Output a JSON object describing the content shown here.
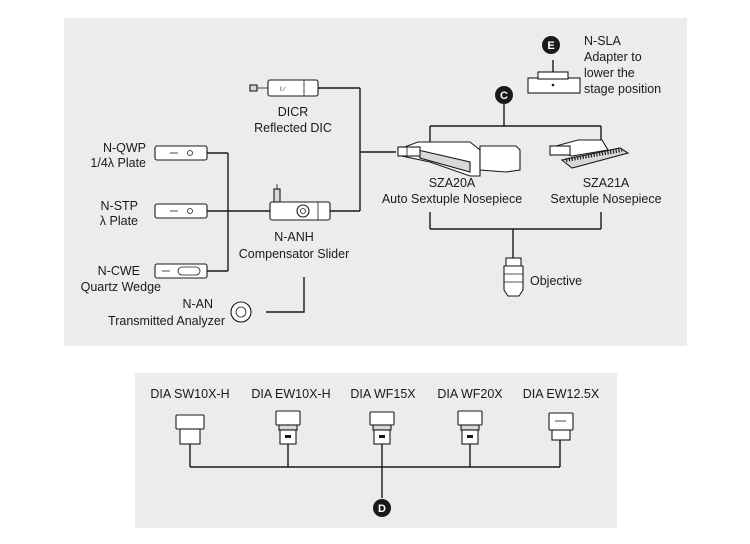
{
  "top_panel": {
    "badges": {
      "c": "C",
      "e": "E"
    },
    "n_sla": {
      "line1": "N-SLA",
      "line2": "Adapter to",
      "line3": "lower the",
      "line4": "stage position"
    },
    "dicr": {
      "line1": "DICR",
      "line2": "Reflected DIC"
    },
    "n_qwp": {
      "line1": "N-QWP",
      "line2": "1/4λ Plate"
    },
    "n_stp": {
      "line1": "N-STP",
      "line2": "λ Plate"
    },
    "n_cwe": {
      "line1": "N-CWE",
      "line2": "Quartz Wedge"
    },
    "n_anh": {
      "line1": "N-ANH",
      "line2": "Compensator Slider"
    },
    "n_an": {
      "line1": "N-AN",
      "line2": "Transmitted Analyzer"
    },
    "sza20a": {
      "line1": "SZA20A",
      "line2": "Auto Sextuple Nosepiece"
    },
    "sza21a": {
      "line1": "SZA21A",
      "line2": "Sextuple Nosepiece"
    },
    "objective": "Objective"
  },
  "bottom_panel": {
    "badge": "D",
    "eyepieces": [
      "DIA SW10X-H",
      "DIA EW10X-H",
      "DIA WF15X",
      "DIA WF20X",
      "DIA EW12.5X"
    ]
  },
  "colors": {
    "panel": "#ececec",
    "ink": "#1a1a1a",
    "badge": "#1a1a1a"
  }
}
